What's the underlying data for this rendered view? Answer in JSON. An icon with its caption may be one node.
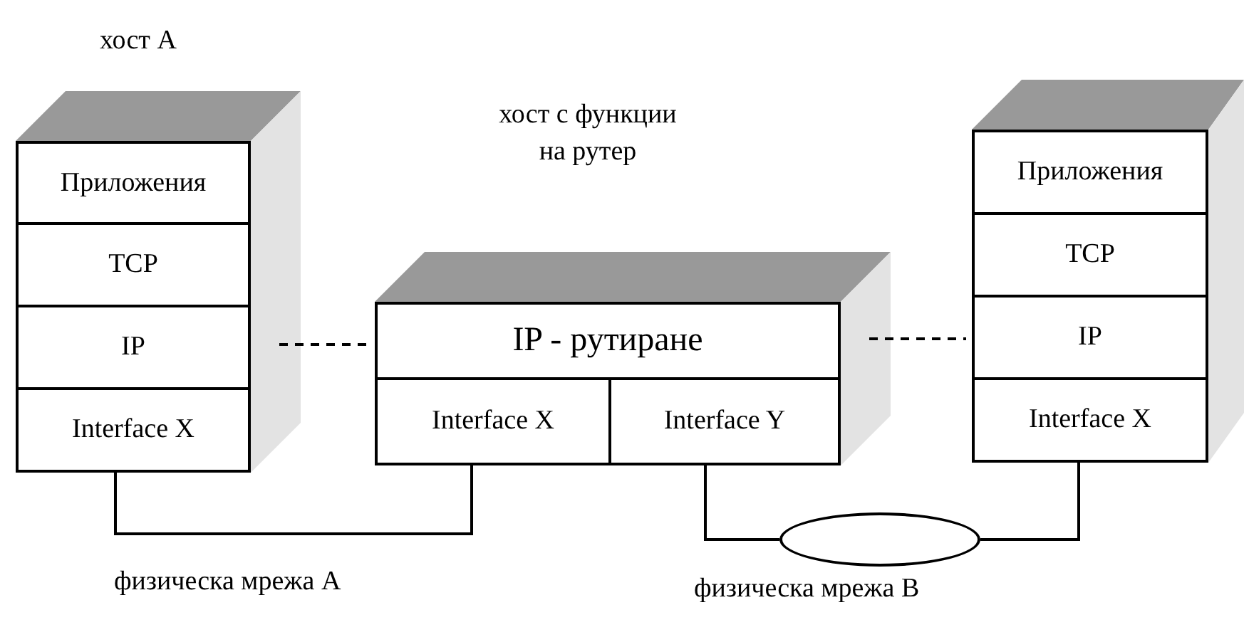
{
  "diagram": {
    "nodes": [
      {
        "text": [],
        "shape": "box"
      },
      {
        "text": [
          "Приложения"
        ],
        "in": 0
      },
      {
        "text": [
          "TCP"
        ],
        "in": 0
      },
      {
        "text": [
          "IP"
        ],
        "in": 0
      },
      {
        "text": [
          "Interface X"
        ],
        "in": 0
      },
      {
        "text": [],
        "shape": "box"
      },
      {
        "text": [
          "IP - рутиране"
        ],
        "in": 5
      },
      {
        "text": [
          "Interface X"
        ],
        "in": 5
      },
      {
        "text": [
          "Interface Y"
        ],
        "in": 5
      },
      {
        "text": [],
        "shape": "box"
      },
      {
        "text": [
          "Приложения"
        ],
        "in": 9
      },
      {
        "text": [
          "TCP"
        ],
        "in": 9
      },
      {
        "text": [
          "IP"
        ],
        "in": 9
      },
      {
        "text": [
          "Interface X"
        ],
        "in": 9
      },
      {
        "text": [],
        "shape": "ellipse"
      }
    ],
    "edges": [
      {
        "from": 3,
        "to": 6,
        "arrow": "none",
        "style": "dashed"
      },
      {
        "from": 6,
        "to": 12,
        "arrow": "none",
        "style": "dashed"
      },
      {
        "from": 4,
        "to": 7,
        "arrow": "none"
      },
      {
        "from": 8,
        "to": 14,
        "arrow": "none"
      },
      {
        "from": 14,
        "to": 13,
        "arrow": "none"
      }
    ],
    "labels": [
      "хост A",
      "хост с функции на рутер",
      "физическа мрежа A",
      "физическа мрежа B"
    ]
  }
}
